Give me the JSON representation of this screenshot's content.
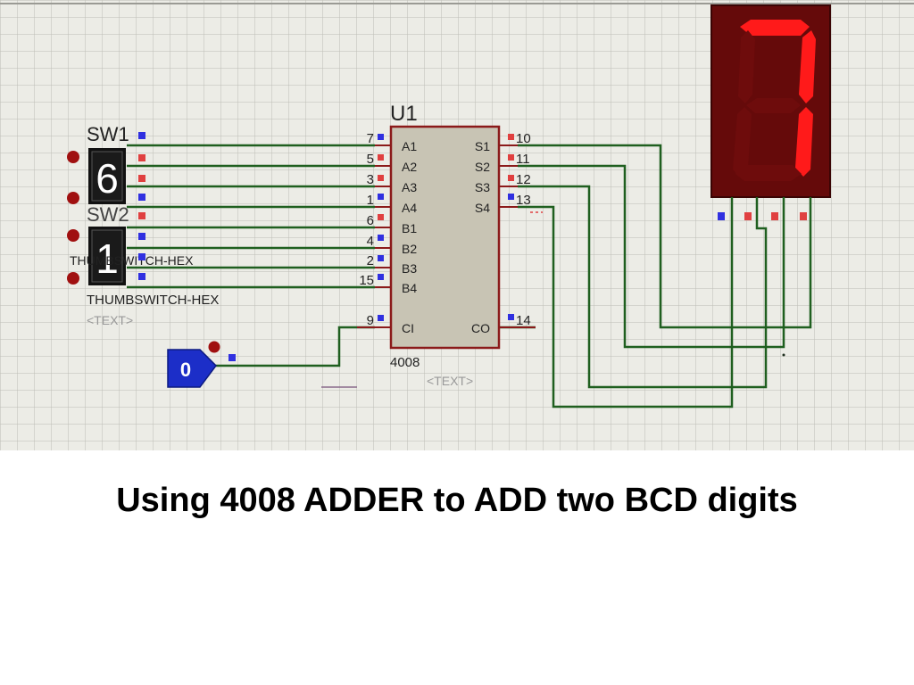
{
  "colors": {
    "grid_bg": "#ecece6",
    "grid_line": "#bdbdb5",
    "wire": "#1f5f1f",
    "chip_fill": "#c8c4b4",
    "chip_border": "#8b1a1a",
    "pin_red": "#e04040",
    "pin_blue": "#3030e0",
    "led_on": "#ff1a1a",
    "led_off": "#6e0c0c",
    "display_bg": "#650a0a",
    "logic_blue": "#1c2ec8"
  },
  "chip": {
    "ref": "U1",
    "part": "4008",
    "text_placeholder": "<TEXT>",
    "left_pins": [
      {
        "num": "7",
        "name": "A1"
      },
      {
        "num": "5",
        "name": "A2"
      },
      {
        "num": "3",
        "name": "A3"
      },
      {
        "num": "1",
        "name": "A4"
      },
      {
        "num": "6",
        "name": "B1"
      },
      {
        "num": "4",
        "name": "B2"
      },
      {
        "num": "2",
        "name": "B3"
      },
      {
        "num": "15",
        "name": "B4"
      },
      {
        "num": "9",
        "name": "CI"
      }
    ],
    "right_pins": [
      {
        "num": "10",
        "name": "S1"
      },
      {
        "num": "11",
        "name": "S2"
      },
      {
        "num": "12",
        "name": "S3"
      },
      {
        "num": "13",
        "name": "S4"
      },
      {
        "num": "14",
        "name": "CO"
      }
    ]
  },
  "switches": [
    {
      "ref": "SW1",
      "digit": "6",
      "type": "THUMBSWITCH-HEX"
    },
    {
      "ref": "SW2",
      "digit": "1",
      "type": "THUMBSWITCH-HEX",
      "text_placeholder": "<TEXT>"
    }
  ],
  "logic_input": {
    "value": "0"
  },
  "display": {
    "digit": "7",
    "segments_on": [
      "a",
      "b",
      "c"
    ]
  },
  "caption": "Using 4008 ADDER to ADD two BCD digits"
}
